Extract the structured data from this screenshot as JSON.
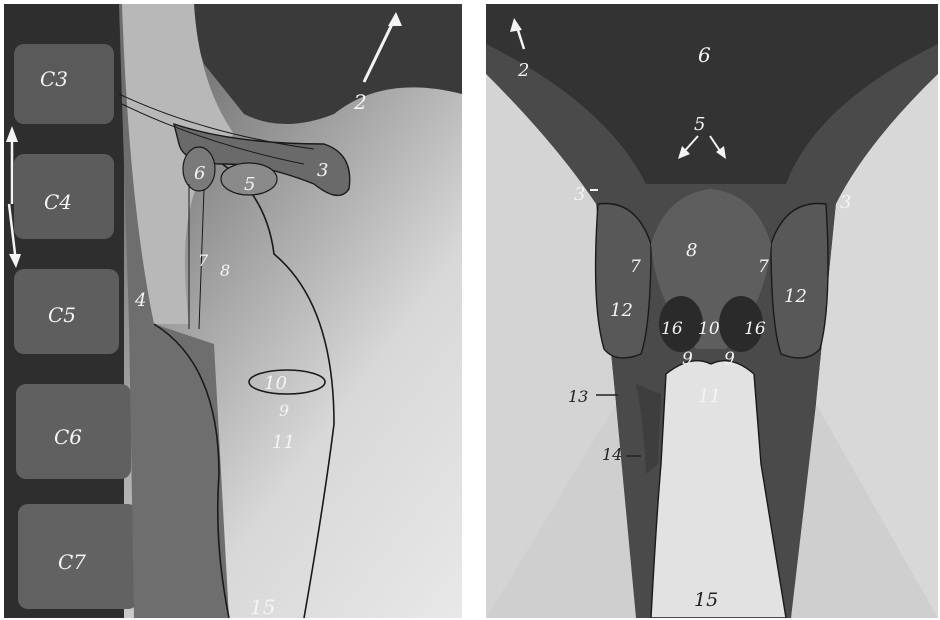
{
  "left": {
    "vertebrae": [
      "C3",
      "C4",
      "C5",
      "C6",
      "C7"
    ],
    "labels": [
      "2",
      "3",
      "4",
      "5",
      "6",
      "7",
      "8",
      "9",
      "10",
      "11",
      "15"
    ]
  },
  "right": {
    "labels": [
      "2",
      "3",
      "3",
      "5",
      "6",
      "7",
      "7",
      "8",
      "9",
      "9",
      "10",
      "11",
      "12",
      "12",
      "13",
      "14",
      "15",
      "16",
      "16"
    ]
  },
  "colors": {
    "film_light": "#d9d9d9",
    "film_dark": "#2a2a2a",
    "label": "#f4f4f4"
  }
}
